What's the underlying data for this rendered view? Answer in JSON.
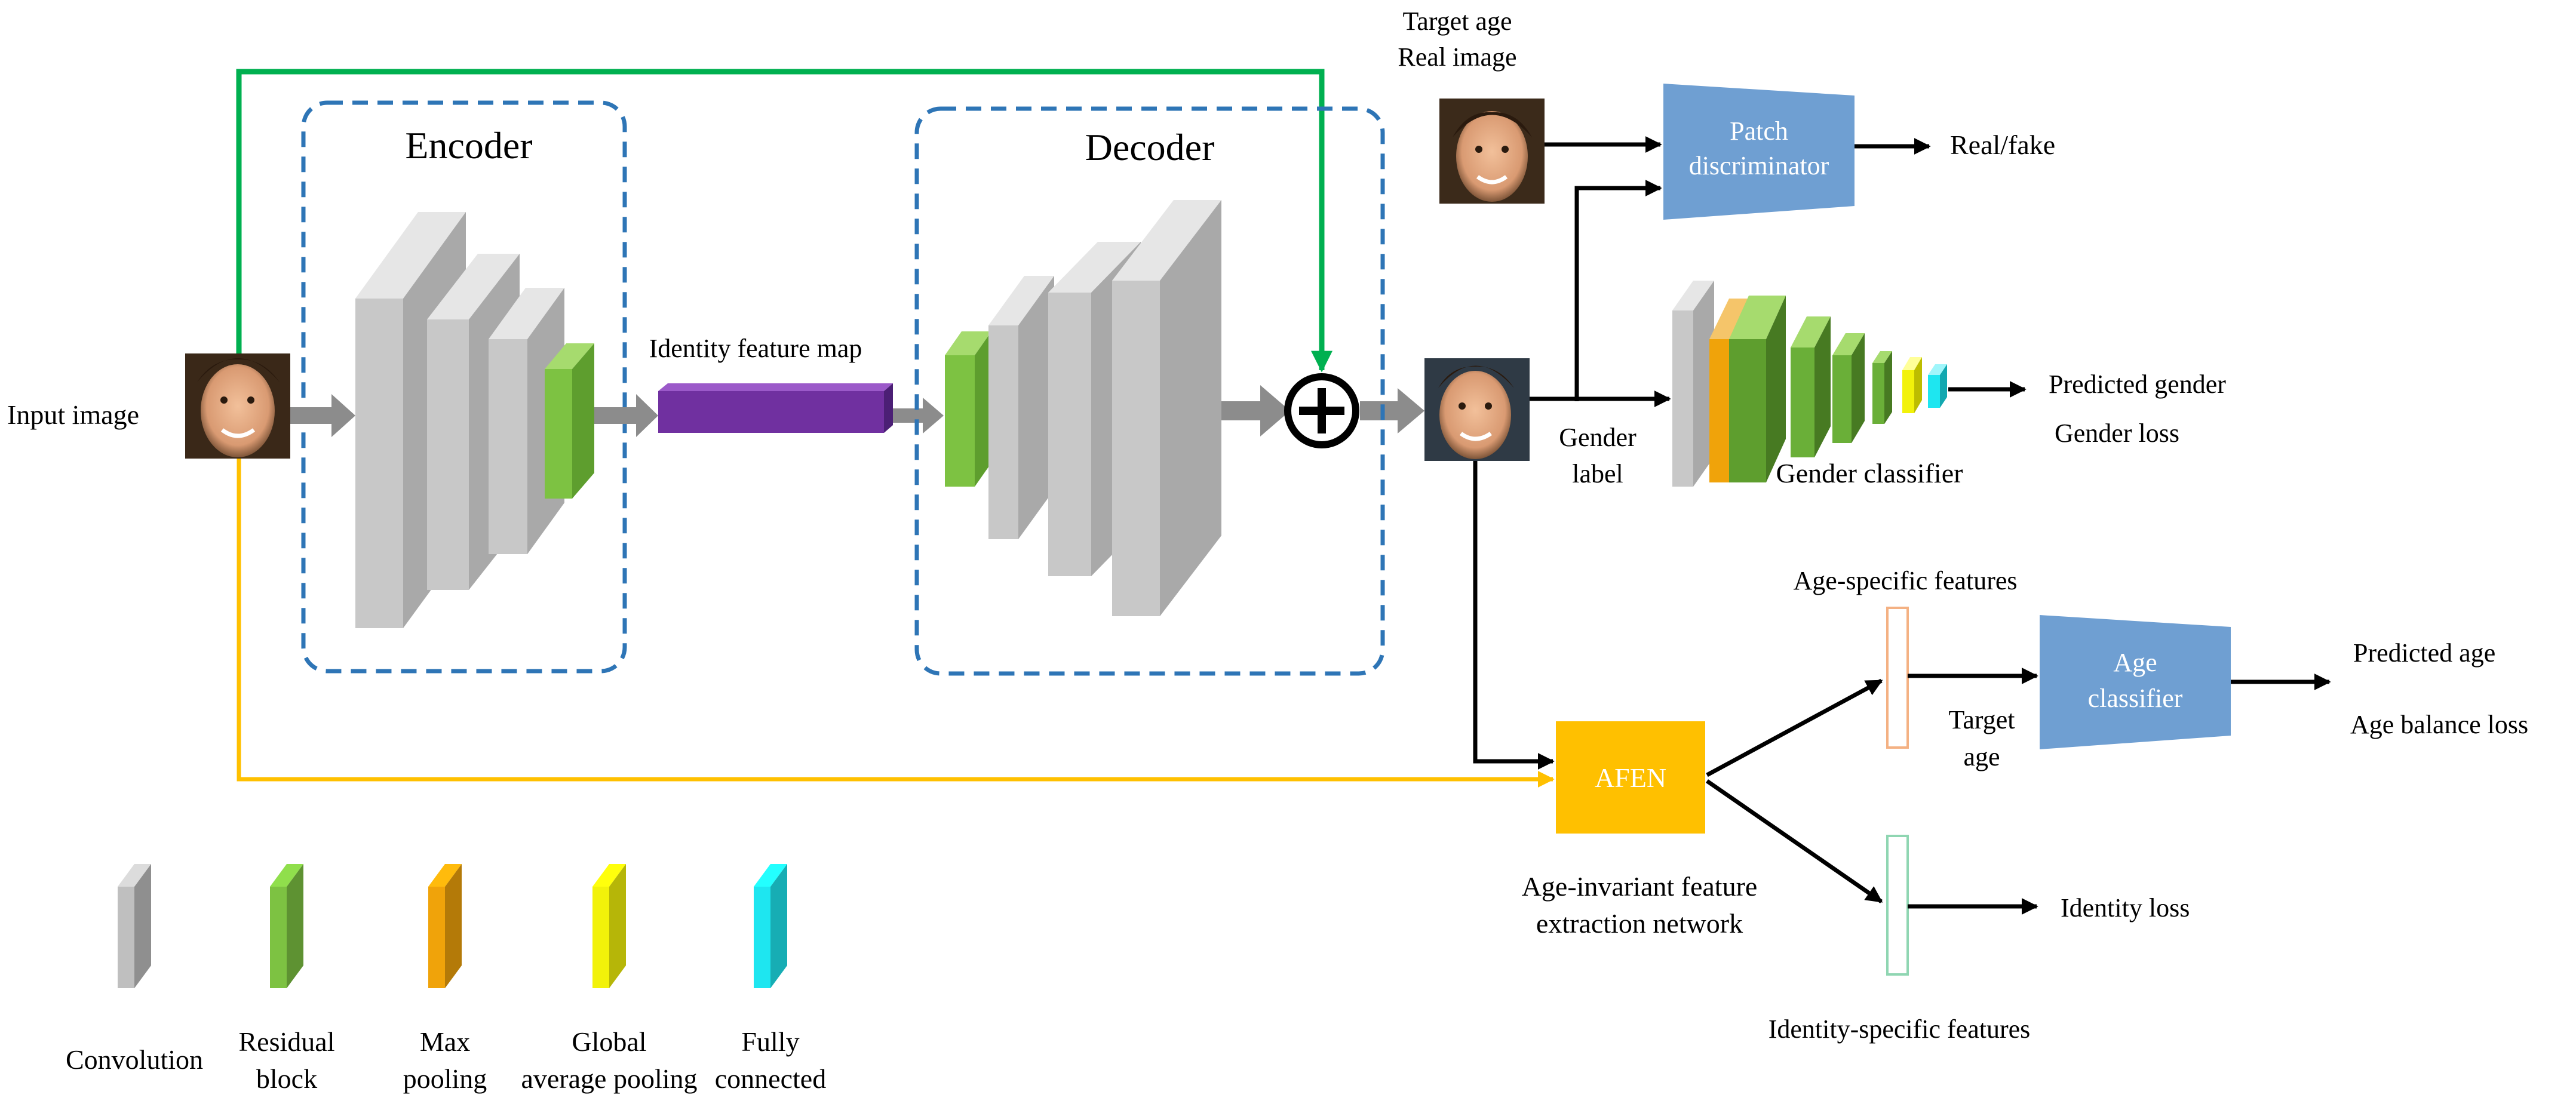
{
  "labels": {
    "input_image": "Input image",
    "encoder": "Encoder",
    "decoder": "Decoder",
    "identity_feature_map": "Identity feature map",
    "target_age_line1": "Target age",
    "target_age_line2": "Real image",
    "patch_disc_line1": "Patch",
    "patch_disc_line2": "discriminator",
    "real_fake": "Real/fake",
    "predicted_gender": "Predicted gender",
    "gender_loss": "Gender loss",
    "gender_label_line1": "Gender",
    "gender_label_line2": "label",
    "gender_classifier": "Gender classifier",
    "age_specific_features": "Age-specific features",
    "age_classifier_line1": "Age",
    "age_classifier_line2": "classifier",
    "predicted_age": "Predicted age",
    "age_balance_loss": "Age balance  loss",
    "target_age_small_line1": "Target",
    "target_age_small_line2": "age",
    "afen": "AFEN",
    "afen_desc_line1": "Age-invariant feature",
    "afen_desc_line2": "extraction network",
    "identity_loss": "Identity loss",
    "identity_specific_features": "Identity-specific features"
  },
  "legend": [
    {
      "name": "convolution",
      "line1": "Convolution",
      "line2": "",
      "color": "#bfbfbf"
    },
    {
      "name": "residual-block",
      "line1": "Residual",
      "line2": "block",
      "color": "#7dc242"
    },
    {
      "name": "max-pooling",
      "line1": "Max",
      "line2": "pooling",
      "color": "#f0a30a"
    },
    {
      "name": "global-average-pooling",
      "line1": "Global",
      "line2": "average pooling",
      "color": "#f2f20a"
    },
    {
      "name": "fully-connected",
      "line1": "Fully",
      "line2": "connected",
      "color": "#1ee6f0"
    }
  ],
  "colors": {
    "skip_green": "#00b050",
    "skip_yellow": "#ffc000",
    "dashed_box": "#2e75b6",
    "identity_map": "#7030a0",
    "afen_box": "#ffc000",
    "classifier_box": "#6f9fd2"
  }
}
